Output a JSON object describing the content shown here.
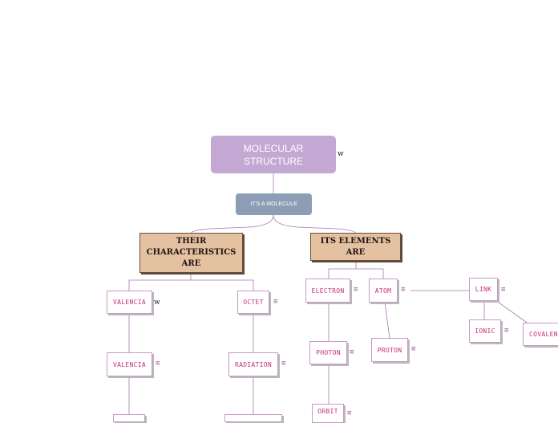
{
  "root": {
    "label": "MOLECULAR STRUCTURE",
    "side_mark": "w"
  },
  "subtopic": {
    "label": "IT'S A MOLECULE"
  },
  "branches": {
    "characteristics": {
      "label": "THEIR CHARACTERISTICS ARE"
    },
    "elements": {
      "label": "ITS ELEMENTS ARE"
    }
  },
  "leaves": {
    "valencia_1": {
      "label": "VALENCIA",
      "side_mark": "w"
    },
    "octet": {
      "label": "OCTET"
    },
    "valencia_2": {
      "label": "VALENCIA"
    },
    "radiation": {
      "label": "RADIATION"
    },
    "electron": {
      "label": "ELECTRON"
    },
    "atom": {
      "label": "ATOM"
    },
    "photon": {
      "label": "PHOTON"
    },
    "proton": {
      "label": "PROTON"
    },
    "orbit": {
      "label": "ORBIT"
    },
    "link": {
      "label": "LINK"
    },
    "ionic": {
      "label": "IONIC"
    },
    "covalent": {
      "label": "COVALENT"
    }
  },
  "note_icon": "notes-icon",
  "colors": {
    "root_fill": "#c3a8d3",
    "subtopic_fill": "#8c9db5",
    "category_fill": "#e4c2a1",
    "leaf_text": "#c8306e",
    "connector": "#a678ad"
  }
}
